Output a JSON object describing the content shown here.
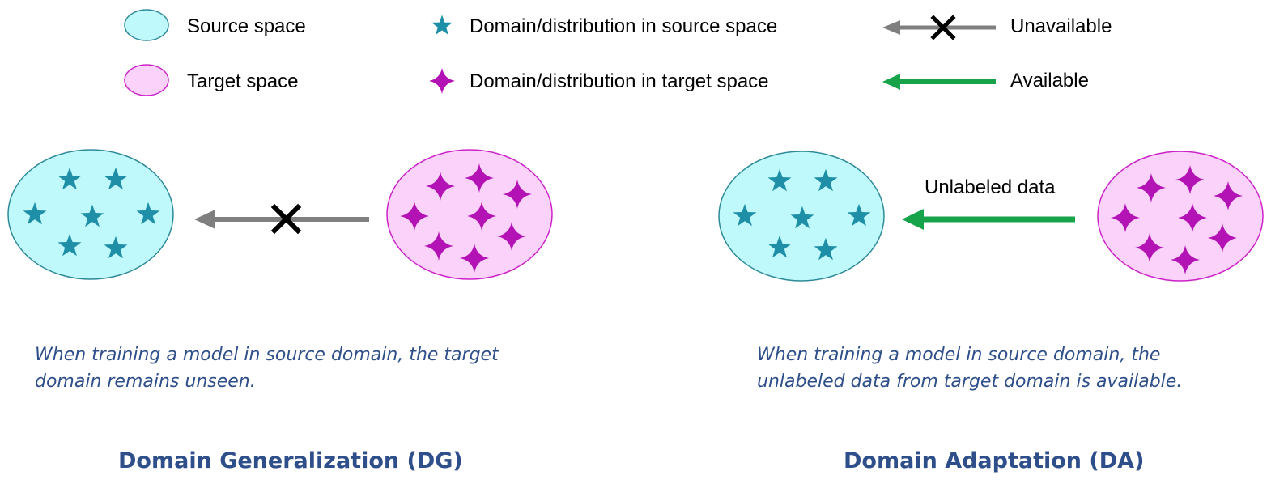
{
  "legend": {
    "source_space": "Source space",
    "target_space": "Target space",
    "source_domain": "Domain/distribution in source space",
    "target_domain": "Domain/distribution in target space",
    "unavailable": "Unavailable",
    "available": "Available"
  },
  "colors": {
    "source_fill": "#bff9fb",
    "source_stroke": "#2e8a99",
    "source_star": "#1f8fa8",
    "target_fill": "#fbd2fa",
    "target_stroke": "#cc22c8",
    "target_star": "#b312b5",
    "unavailable_arrow": "#7f7f7f",
    "available_arrow": "#16a34a",
    "caption_text": "#2f4f8a"
  },
  "dg": {
    "caption_line1": "When training a model in source domain, the target",
    "caption_line2": "domain remains unseen.",
    "title": "Domain Generalization (DG)"
  },
  "da": {
    "arrow_label": "Unlabeled data",
    "caption_line1": "When training a model in source domain, the",
    "caption_line2": "unlabeled data from target domain is available.",
    "title": "Domain Adaptation (DA)"
  }
}
